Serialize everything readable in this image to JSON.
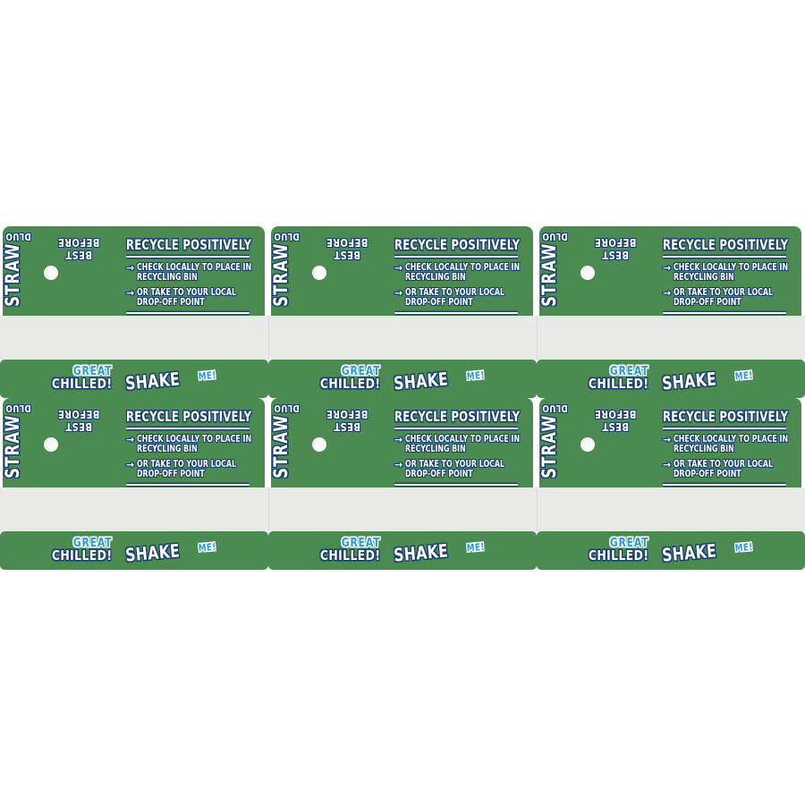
{
  "colors": {
    "green": "#4b8b52",
    "band": "#e9e9e7",
    "navy": "#173e6f",
    "blue": "#2598e0",
    "hole": "#fdfdfa",
    "seam": "#d8d8d5"
  },
  "grid": {
    "rows": 2,
    "cols": 3
  },
  "panel": {
    "straw_label": "STRAW",
    "dluo_label": "DLUO",
    "best_before_label": "BEST BEFORE",
    "recycle_title": "RECYCLE POSITIVELY",
    "bullets": [
      {
        "arrow": "→",
        "line1": "CHECK LOCALLY TO PLACE IN",
        "line2": "RECYCLING BIN"
      },
      {
        "arrow": "→",
        "line1": "OR TAKE TO YOUR LOCAL",
        "line2": "DROP-OFF POINT"
      }
    ],
    "great_label": "GREAT",
    "chilled_label": "CHILLED!",
    "shake_label": "SHAKE",
    "me_label": "ME!"
  }
}
